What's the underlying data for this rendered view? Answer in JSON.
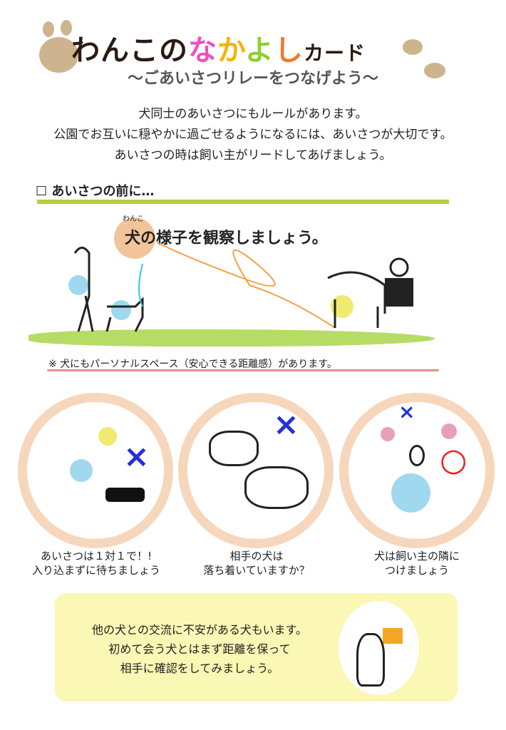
{
  "header": {
    "title_parts": [
      "わんこの",
      "な",
      "か",
      "よ",
      "し",
      "カード"
    ],
    "title_colors": [
      "#2b1a10",
      "#f04fc0",
      "#f5b400",
      "#8bd12b",
      "#f07a2a",
      "#2b1a10"
    ],
    "subtitle": "〜ごあいさつリレーをつなげよう〜"
  },
  "intro": [
    "犬同士のあいさつにもルールがあります。",
    "公園でお互いに穏やかに過ごせるようになるには、あいさつが大切です。",
    "あいさつの時は飼い主がリードしてあげましょう。"
  ],
  "section": {
    "checkbox": "☐",
    "title": "あいさつの前に…",
    "ruby": "わんこ",
    "heading": "犬の様子を観察しましょう。",
    "note": "※ 犬にもパーソナルスペース（安心できる距離感）があります。"
  },
  "tips": [
    {
      "line1": "あいさつは１対１で！!",
      "line2": "入り込まずに待ちましょう",
      "mark": "×"
    },
    {
      "line1": "相手の犬は",
      "line2": "落ち着いていますか？",
      "mark": "×"
    },
    {
      "line1": "犬は飼い主の隣に",
      "line2": "つけましょう",
      "marks": [
        "×",
        "○"
      ]
    }
  ],
  "box": [
    "他の犬との交流に不安がある犬もいます。",
    "初めて会う犬とはまず距離を保って",
    "相手に確認をしてみましょう。"
  ],
  "colors": {
    "accent_green": "#b5cf3f",
    "paw": "#cdb48e",
    "circle_border": "#f6d7bc",
    "box_bg": "#fbf7b4",
    "x_mark": "#2530d8",
    "o_mark": "#f02020"
  }
}
